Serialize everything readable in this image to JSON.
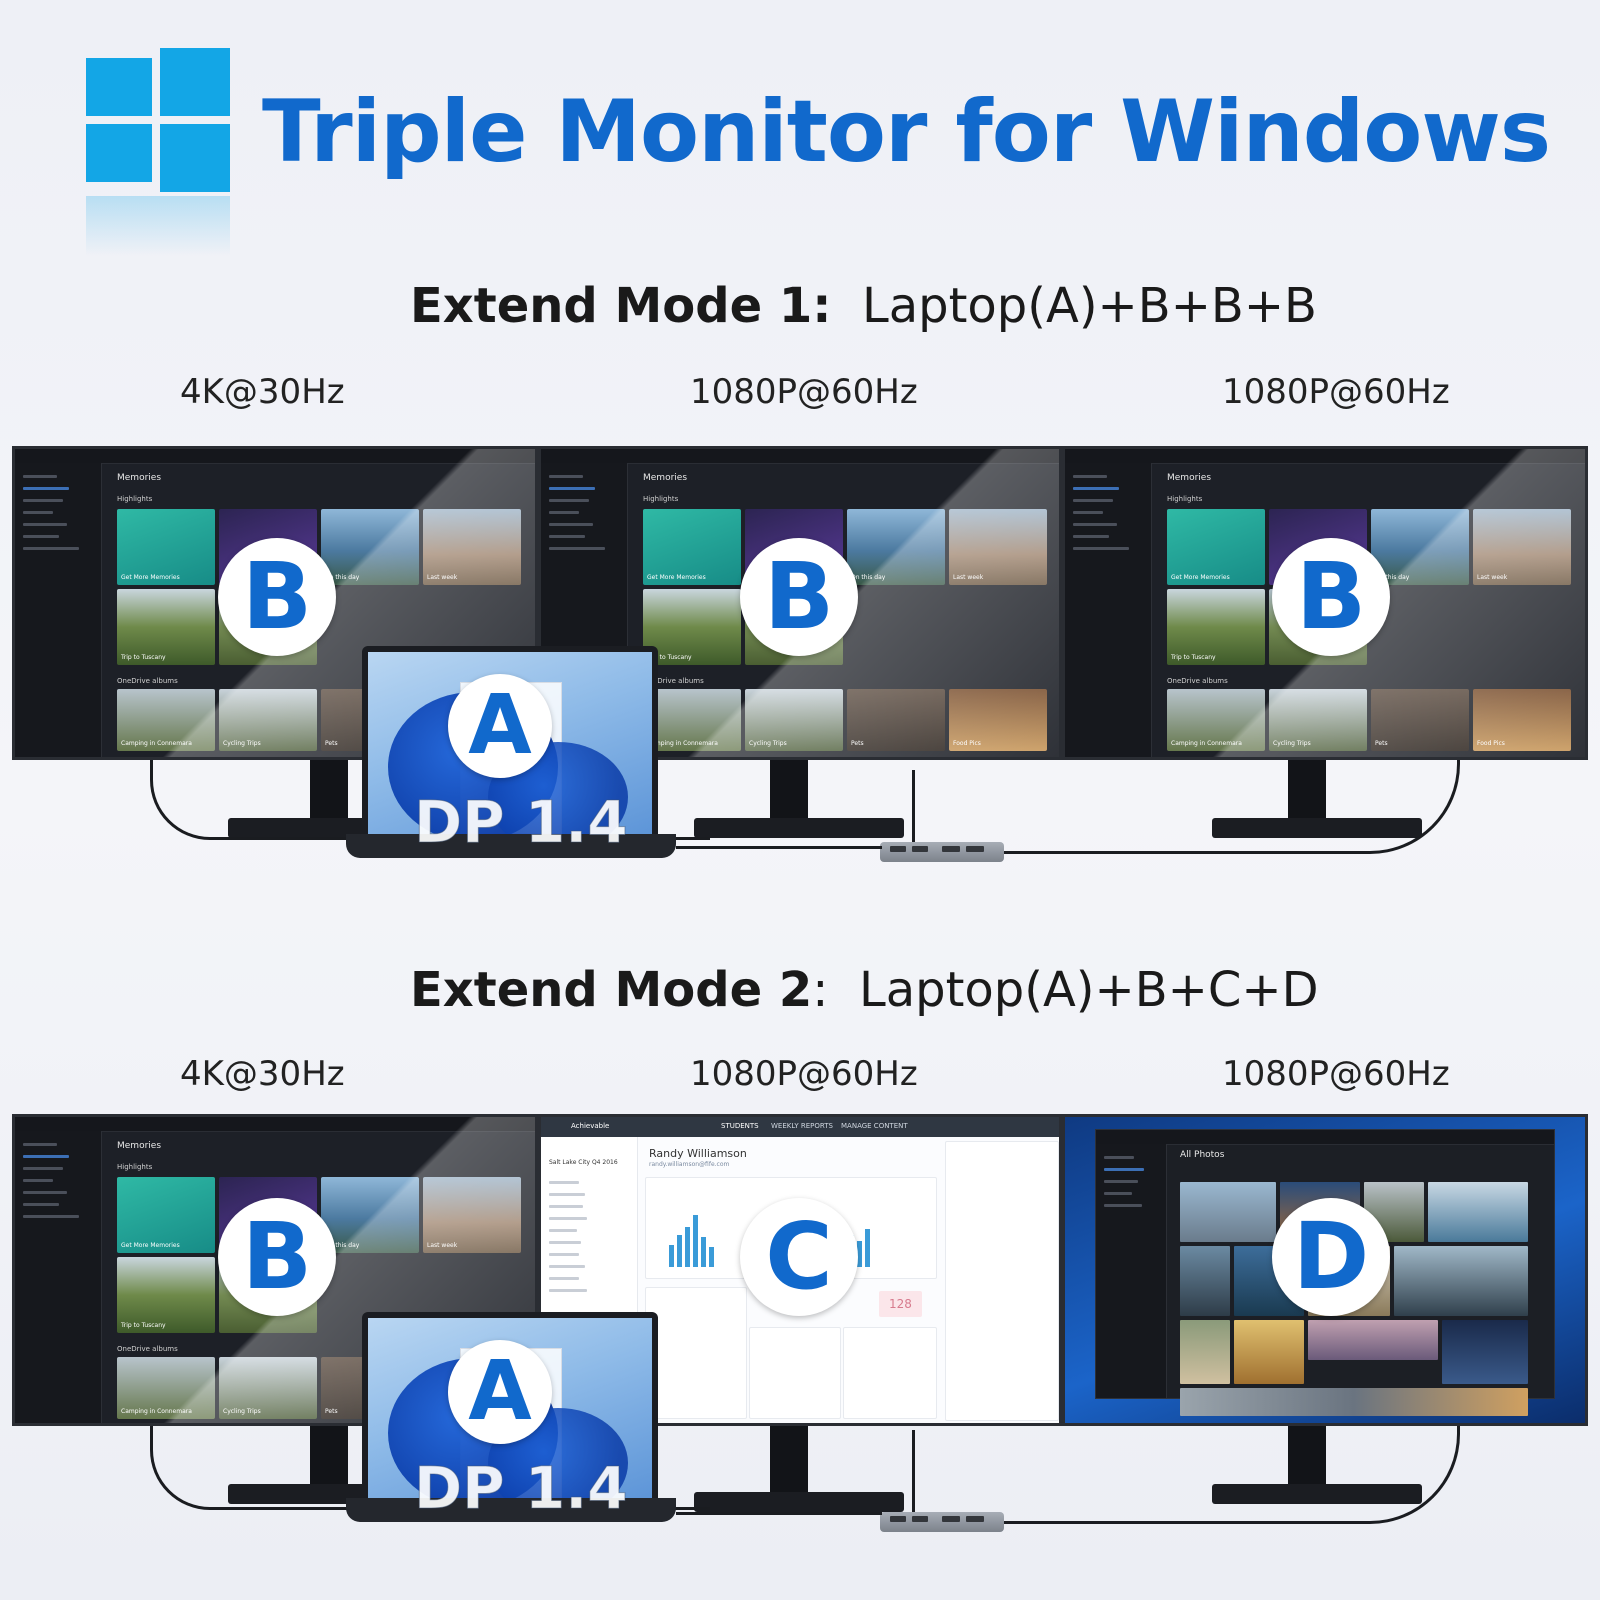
{
  "header": {
    "title": "Triple Monitor for Windows",
    "logo": "windows-logo"
  },
  "mode1": {
    "title_bold": "Extend Mode 1:",
    "title_rest": "Laptop(A)+B+B+B",
    "resolutions": [
      "4K@30Hz",
      "1080P@60Hz",
      "1080P@60Hz"
    ],
    "badges": [
      "B",
      "B",
      "B"
    ],
    "laptop_badge": "A",
    "port_label": "DP 1.4"
  },
  "mode2": {
    "title_bold": "Extend Mode 2",
    "title_sep": ":",
    "title_rest": "Laptop(A)+B+C+D",
    "resolutions": [
      "4K@30Hz",
      "1080P@60Hz",
      "1080P@60Hz"
    ],
    "badges": [
      "B",
      "C",
      "D"
    ],
    "laptop_badge": "A",
    "port_label": "DP 1.4"
  },
  "photo_app": {
    "heading": "Memories",
    "highlights": "Highlights",
    "albums": "OneDrive albums",
    "tiles": [
      "Get More Memories",
      "On this day",
      "Last week",
      "Trip to Tuscany"
    ],
    "album_tiles": [
      "Camping in Connemara",
      "Cycling Trips",
      "Pets",
      "Food Pics"
    ]
  },
  "dashboard": {
    "brand": "Achievable",
    "tabs": [
      "STUDENTS",
      "WEEKLY REPORTS",
      "MANAGE CONTENT"
    ],
    "name": "Randy Williamson",
    "email": "randy.williamson@fife.com",
    "class": "Salt Lake City Q4 2016",
    "number": "128"
  },
  "gallery_app": {
    "heading": "All Photos"
  }
}
